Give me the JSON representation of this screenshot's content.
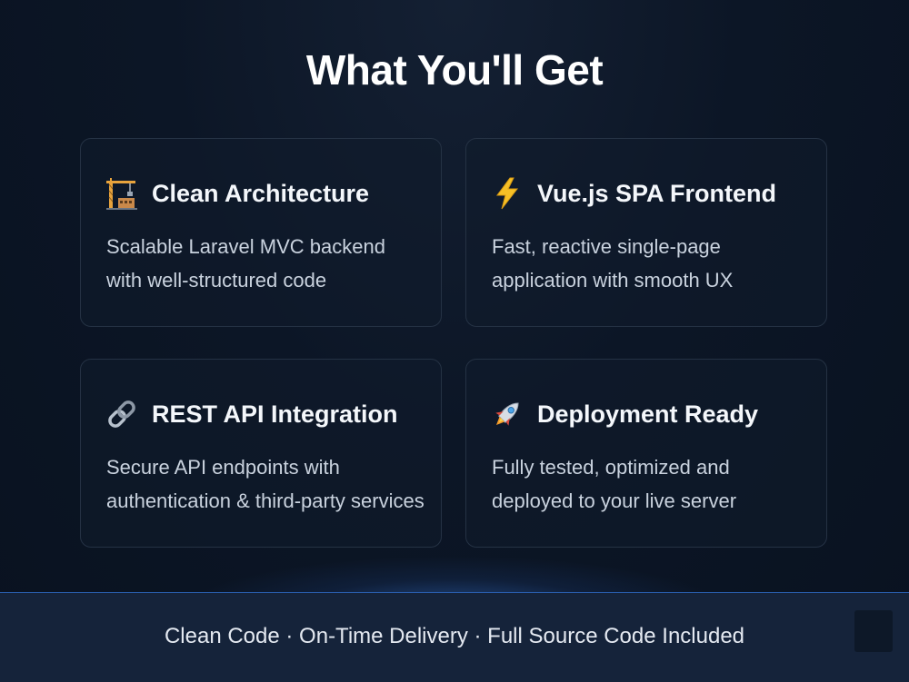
{
  "header": {
    "title": "What You'll Get"
  },
  "features": [
    {
      "icon": "construction-crane-icon",
      "title": "Clean Architecture",
      "description": "Scalable Laravel MVC backend with well-structured code"
    },
    {
      "icon": "lightning-bolt-icon",
      "title": "Vue.js SPA Frontend",
      "description": "Fast, reactive single-page application with smooth UX"
    },
    {
      "icon": "link-chain-icon",
      "title": "REST API Integration",
      "description": "Secure API endpoints with authentication & third-party services"
    },
    {
      "icon": "rocket-icon",
      "title": "Deployment Ready",
      "description": "Fully tested, optimized and deployed to your live server"
    }
  ],
  "footer": {
    "text": "Clean Code · On-Time Delivery · Full Source Code Included"
  },
  "colors": {
    "background": "#0c1626",
    "card_border": "#253244",
    "footer_background": "#15233a",
    "accent_glow": "#408cff"
  }
}
